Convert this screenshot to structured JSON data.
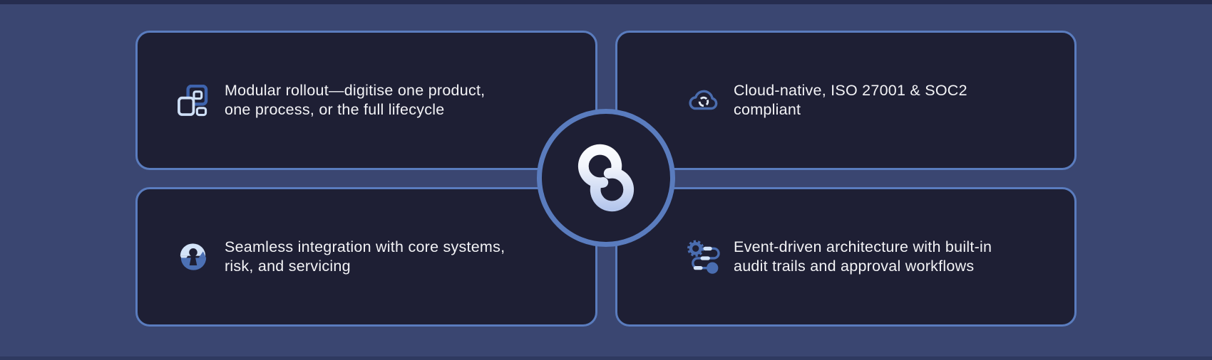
{
  "panel": {
    "cards": [
      {
        "icon": "modules-icon",
        "lines": [
          "Modular rollout—digitise one product,",
          "one process, or the full lifecycle"
        ]
      },
      {
        "icon": "cloud-sync-icon",
        "lines": [
          "Cloud-native, ISO 27001 & SOC2",
          "compliant"
        ]
      },
      {
        "icon": "secure-sync-lock-icon",
        "lines": [
          "Seamless integration with core systems,",
          "risk, and servicing"
        ]
      },
      {
        "icon": "workflow-icon",
        "lines": [
          "Event-driven architecture with built-in",
          "audit trails and approval workflows"
        ]
      }
    ],
    "center_logo": "brand-interlocked-arcs-logo",
    "colors": {
      "background": "#3a4671",
      "top_strip": "#262d4f",
      "card_background": "#1e1f34",
      "card_border": "#5a7cbe",
      "text": "#f3f3f6",
      "icon_blue": "#4a6db0",
      "icon_light_blue": "#d3e3f8",
      "logo_gradient_top": "#ffffff",
      "logo_gradient_bottom": "#b4c6ec"
    }
  }
}
